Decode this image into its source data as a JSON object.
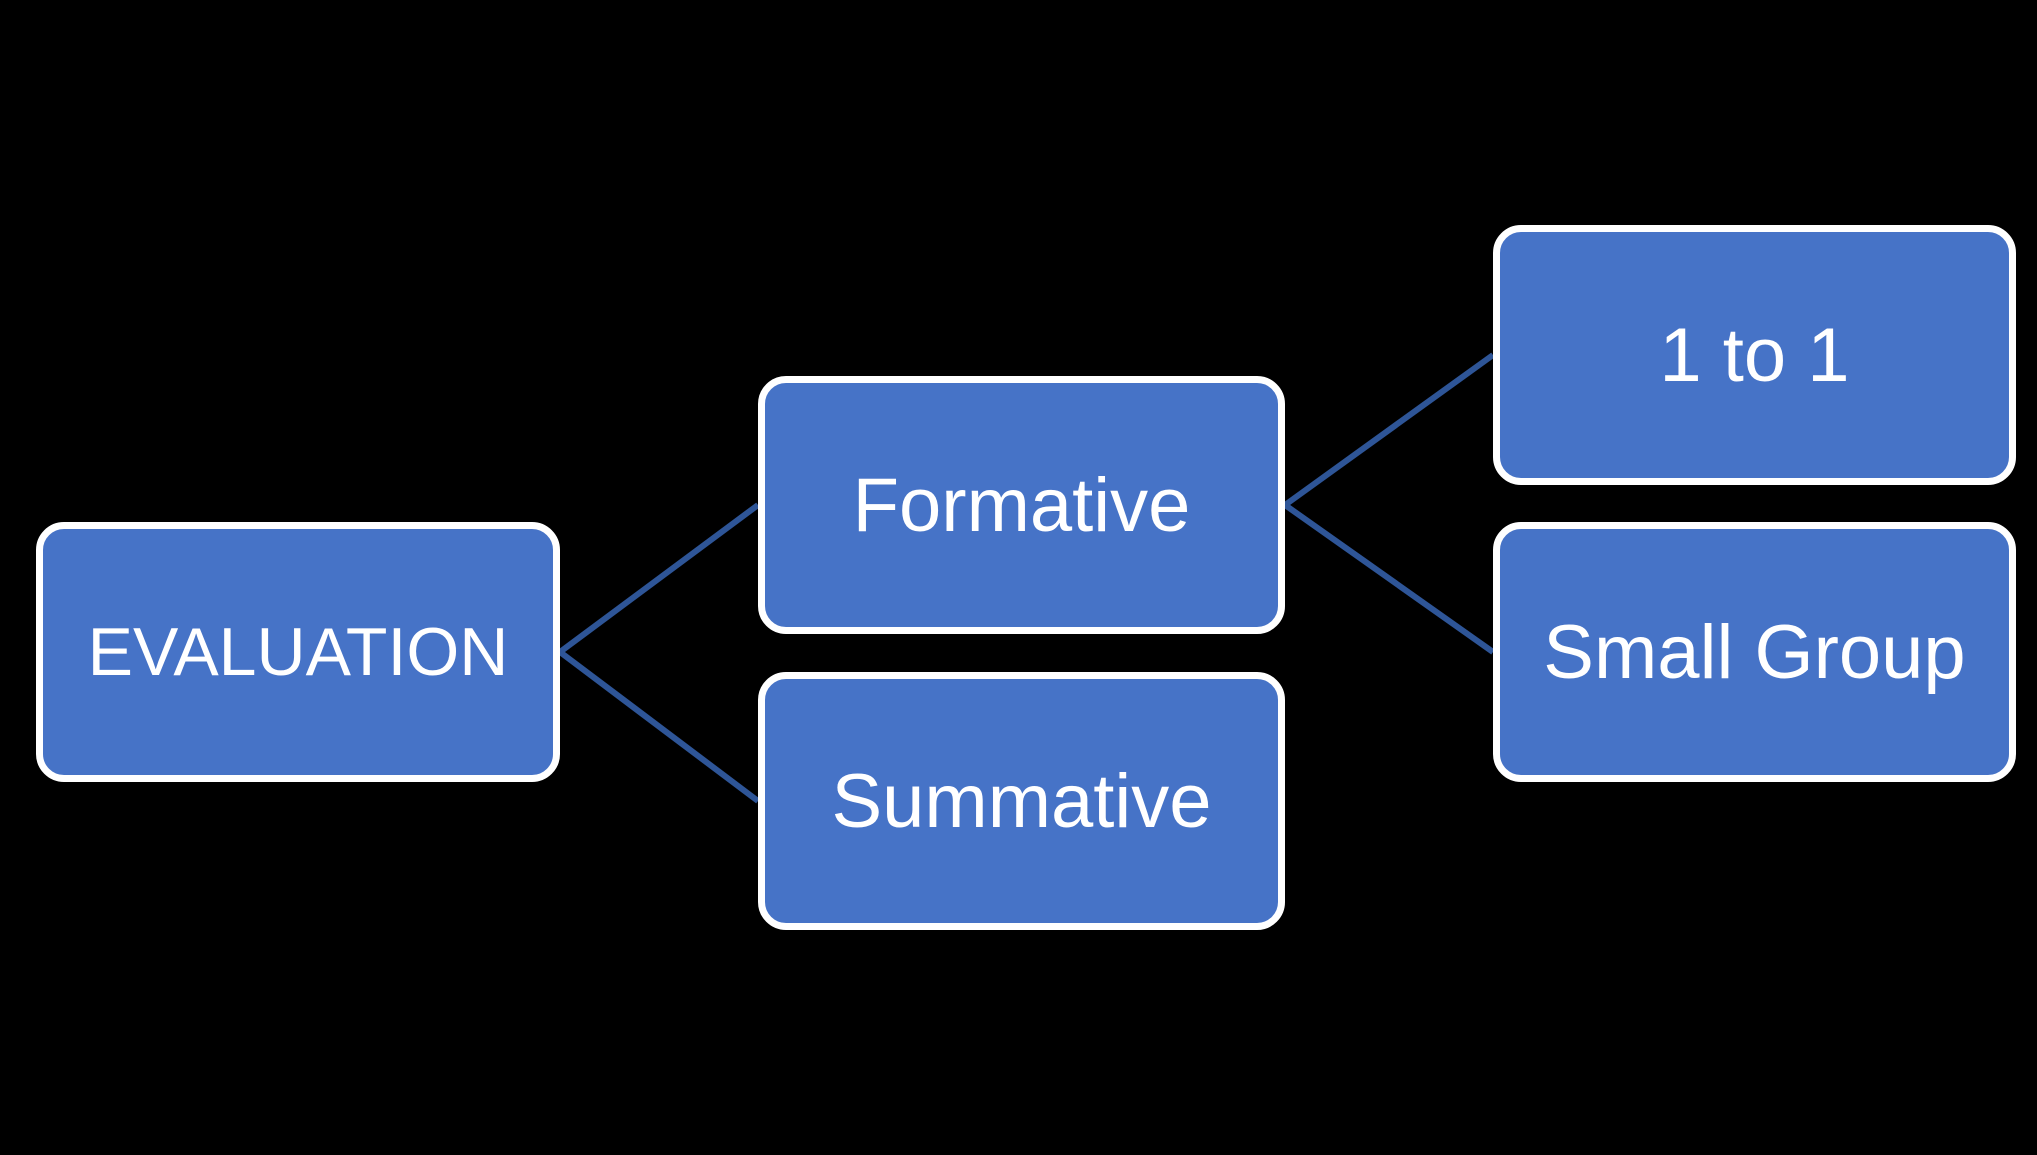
{
  "diagram": {
    "root": {
      "label": "EVALUATION"
    },
    "branches": [
      {
        "label": "Formative",
        "children": [
          {
            "label": "1 to 1"
          },
          {
            "label": "Small Group"
          }
        ]
      },
      {
        "label": "Summative",
        "children": []
      }
    ],
    "colors": {
      "node_fill": "#4673C7",
      "node_border": "#FFFFFF",
      "connector": "#2E5597",
      "background": "#000000",
      "text": "#FFFFFF"
    }
  }
}
